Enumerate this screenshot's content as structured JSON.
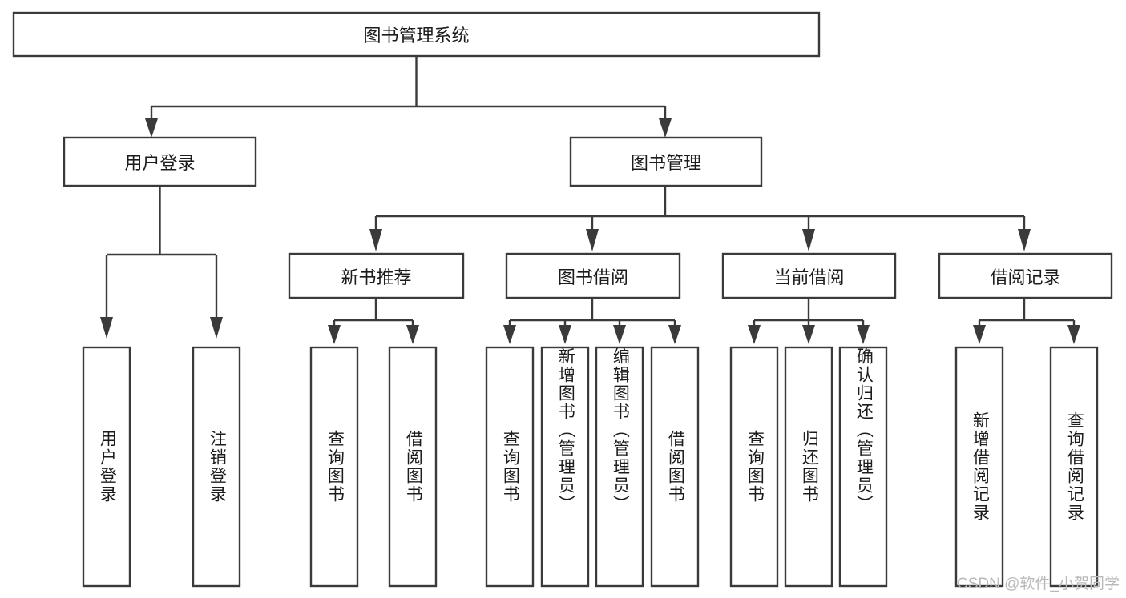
{
  "diagram": {
    "title": "图书管理系统",
    "watermark": "CSDN @软件_小贺同学",
    "colors": {
      "stroke": "#3a3a3a",
      "fill": "#ffffff",
      "text": "#1c1c1c",
      "watermark": "#b9b9b9",
      "background": "#ffffff"
    },
    "levels": {
      "root": {
        "label": "图书管理系统"
      },
      "level2": [
        {
          "label": "用户登录"
        },
        {
          "label": "图书管理"
        }
      ],
      "level3": [
        {
          "label": "新书推荐"
        },
        {
          "label": "图书借阅"
        },
        {
          "label": "当前借阅"
        },
        {
          "label": "借阅记录"
        }
      ],
      "leaves_user_login": [
        {
          "label": "用户登录"
        },
        {
          "label": "注销登录"
        }
      ],
      "leaves_new_book": [
        {
          "label": "查询图书"
        },
        {
          "label": "借阅图书"
        }
      ],
      "leaves_book_borrow": [
        {
          "label": "查询图书"
        },
        {
          "label": "新增图书（管理员）"
        },
        {
          "label": "编辑图书（管理员）"
        },
        {
          "label": "借阅图书"
        }
      ],
      "leaves_current_borrow": [
        {
          "label": "查询图书"
        },
        {
          "label": "归还图书"
        },
        {
          "label": "确认归还（管理员）"
        }
      ],
      "leaves_borrow_record": [
        {
          "label": "新增借阅记录"
        },
        {
          "label": "查询借阅记录"
        }
      ]
    }
  }
}
